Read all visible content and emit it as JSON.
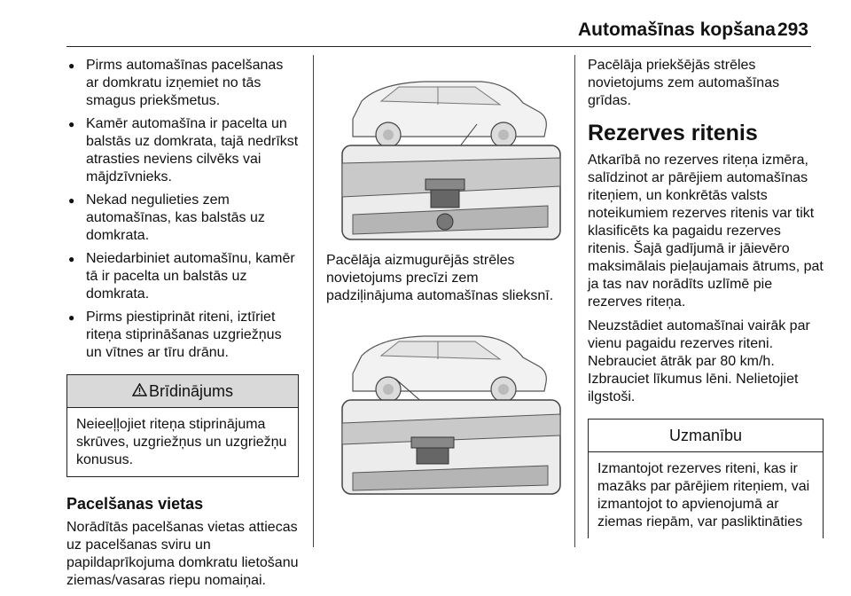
{
  "header": {
    "title": "Automašīnas kopšana",
    "page_number": "293"
  },
  "column1": {
    "bullets": [
      "Pirms automašīnas pacelšanas ar domkratu izņemiet no tās smagus priekšmetus.",
      "Kamēr automašīna ir pacelta un balstās uz domkrata, tajā nedrīkst atrasties neviens cilvēks vai mājdzīvnieks.",
      "Nekad negulieties zem automašīnas, kas balstās uz domkrata.",
      "Neiedarbiniet automašīnu, kamēr tā ir pacelta un balstās uz domkrata.",
      "Pirms piestiprināt riteni, iztīriet riteņa stiprināšanas uzgriežņus un vītnes ar tīru drānu."
    ],
    "warning": {
      "title": "Brīdinājums",
      "icon": "warning-triangle-icon",
      "text": "Neieeļļojiet riteņa stiprinājuma skrūves, uzgriežņus un uzgriežņu konusus."
    },
    "subheading": "Pacelšanas vietas",
    "paragraph": "Norādītās pacelšanas vietas attiecas uz pacelšanas sviru un papildaprīkojuma domkratu lietošanu ziemas/vasaras riepu nomaiņai."
  },
  "column2": {
    "figure1_icon": "car-rear-lift-point-illustration",
    "caption1": "Pacēlāja aizmugurējās strēles novietojums precīzi zem padziļinājuma automašīnas slieksnī.",
    "figure2_icon": "car-front-lift-point-illustration"
  },
  "column3": {
    "caption_top": "Pacēlāja priekšējās strēles novietojums zem automašīnas grīdas.",
    "section_title": "Rezerves ritenis",
    "paragraph1": "Atkarībā no rezerves riteņa izmēra, salīdzinot ar pārējiem automašīnas riteņiem, un konkrētās valsts noteikumiem rezerves ritenis var tikt klasificēts ka pagaidu rezerves ritenis. Šajā gadījumā ir jāievēro maksimālais pieļaujamais ātrums, pat ja tas nav norādīts uzlīmē pie rezerves riteņa.",
    "paragraph2": "Neuzstādiet automašīnai vairāk par vienu pagaidu rezerves riteni. Nebrauciet ātrāk par 80 km/h. Izbrauciet līkumus lēni. Nelietojiet ilgstoši.",
    "caution": {
      "title": "Uzmanību",
      "text": "Izmantojot rezerves riteni, kas ir mazāks par pārējiem riteņiem, vai izmantojot to apvienojumā ar ziemas riepām, var pasliktināties"
    }
  }
}
